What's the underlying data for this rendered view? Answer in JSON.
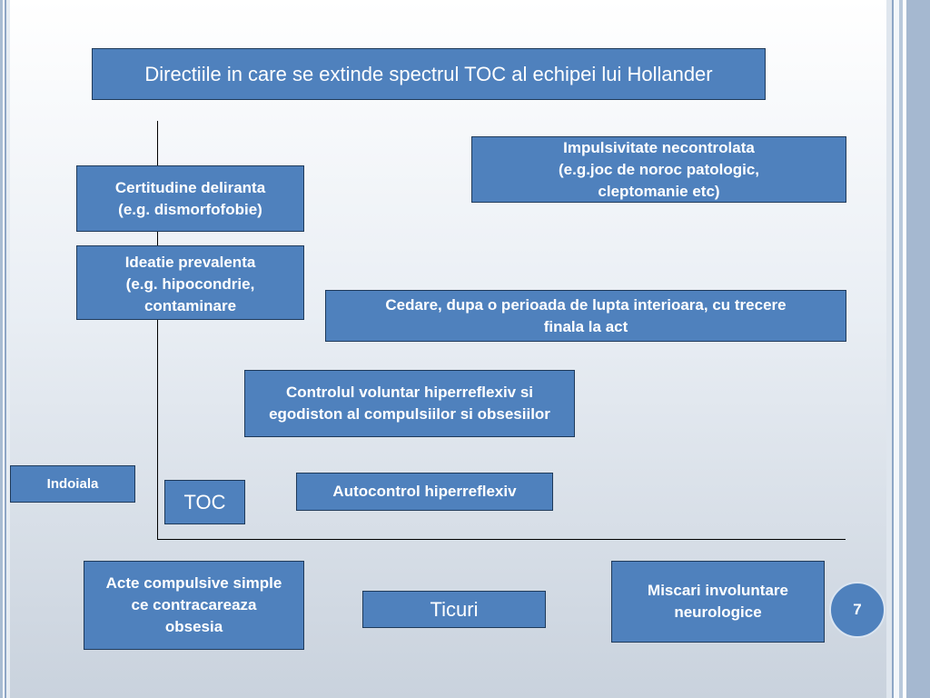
{
  "title": "Directiile in care se extinde spectrul TOC al echipei lui Hollander",
  "boxes": {
    "certitudine": "Certitudine deliranta\n(e.g. dismorfofobie)",
    "ideatie": "Ideatie prevalenta\n(e.g. hipocondrie,\ncontaminare",
    "impulsivitate": "Impulsivitate necontrolata\n(e.g.joc de noroc patologic,\ncleptomanie etc)",
    "cedare": "Cedare, dupa o perioada de lupta interioara, cu trecere\nfinala la act",
    "controlul": "Controlul voluntar hiperreflexiv si\negodiston al compulsiilor si obsesiilor",
    "indoiala": "Indoiala",
    "toc": "TOC",
    "autocontrol": "Autocontrol hiperreflexiv",
    "acte": "Acte compulsive simple\nce contracareaza\nobsesia",
    "ticuri": "Ticuri",
    "miscari": "Miscari involuntare\nneurologice"
  },
  "page_number": "7"
}
